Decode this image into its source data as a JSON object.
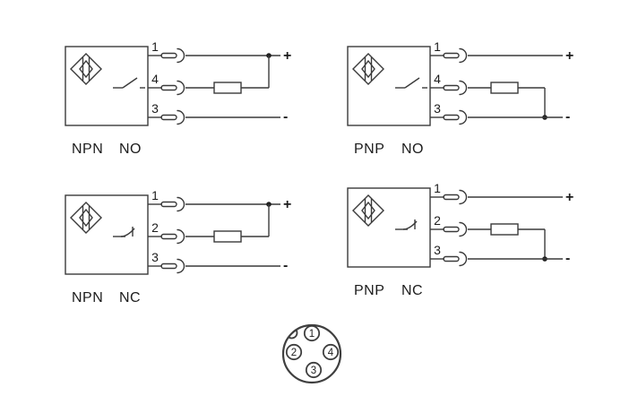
{
  "terminals": {
    "positive": "+",
    "negative": "-"
  },
  "diagrams": [
    {
      "name": "NPN NO",
      "type_label": "NPN",
      "mode_label": "NO",
      "pins": [
        "1",
        "4",
        "3"
      ]
    },
    {
      "name": "PNP NO",
      "type_label": "PNP",
      "mode_label": "NO",
      "pins": [
        "1",
        "4",
        "3"
      ]
    },
    {
      "name": "NPN NC",
      "type_label": "NPN",
      "mode_label": "NC",
      "pins": [
        "1",
        "2",
        "3"
      ]
    },
    {
      "name": "PNP NC",
      "type_label": "PNP",
      "mode_label": "NC",
      "pins": [
        "1",
        "2",
        "3"
      ]
    }
  ],
  "connector_pinout": {
    "pin_top": "1",
    "pin_left": "2",
    "pin_right": "4",
    "pin_bottom": "3"
  },
  "colors": {
    "line": "#3a3a3a",
    "text": "#1c1c1c",
    "background": "#ffffff"
  }
}
